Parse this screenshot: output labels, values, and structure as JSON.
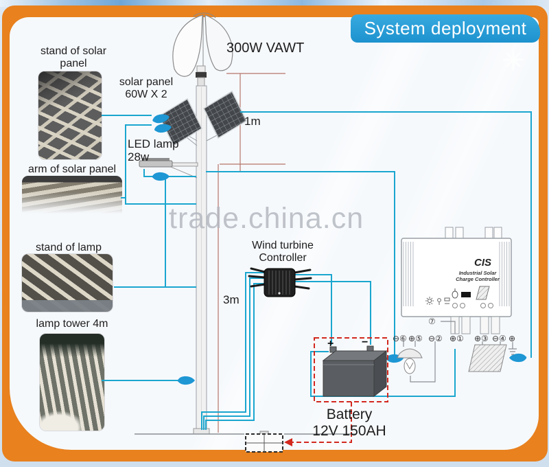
{
  "header": {
    "title": "System deployment"
  },
  "watermark": {
    "text": "trade.china.cn"
  },
  "left_photos": [
    {
      "label": "stand of solar panel"
    },
    {
      "label": "arm of solar panel"
    },
    {
      "label": "stand of lamp"
    },
    {
      "label": "lamp tower 4m"
    }
  ],
  "diagram": {
    "turbine": {
      "label": "300W VAWT"
    },
    "solar": {
      "line1": "solar panel",
      "line2": "60W X 2"
    },
    "led": {
      "line1": "LED lamp",
      "line2": "28w"
    },
    "dims": {
      "top": "1m",
      "bottom": "3m"
    },
    "wind_controller": {
      "line1": "Wind turbine",
      "line2": "Controller"
    },
    "battery": {
      "line1": "Battery",
      "line2": "12V 150AH",
      "plus": "+",
      "minus": "−"
    }
  },
  "charge_controller": {
    "brand": "CIS",
    "subtitle1": "Industrial Solar",
    "subtitle2": "Charge Controller",
    "node": "⑦",
    "terminals": [
      "⊖⑥",
      "⊕⑤",
      "⊖②",
      "⊕①",
      "⊕③",
      "⊖④",
      "⊕"
    ]
  },
  "colors": {
    "frame": "#E8811E",
    "banner": "#1D92CE",
    "wire": "#1AA6CF",
    "alert": "#D2281E",
    "dimension": "#B5746A"
  }
}
